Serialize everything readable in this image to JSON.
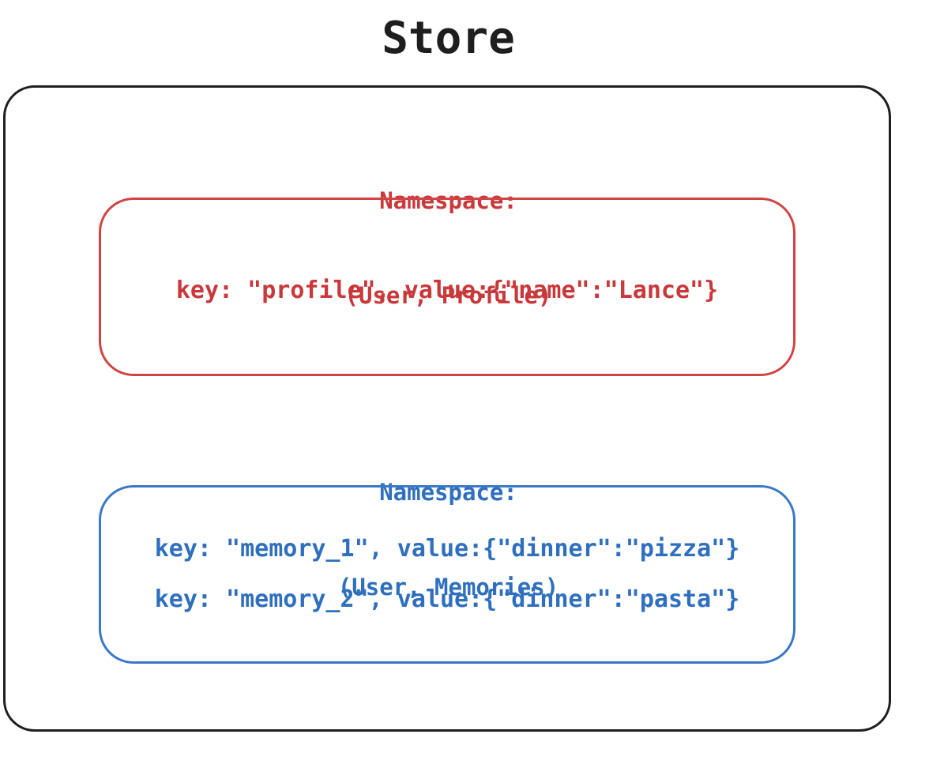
{
  "title": "Store",
  "colors": {
    "store_border": "#1e1e1e",
    "profile_accent": "#c9383a",
    "memories_accent": "#2f6fbe"
  },
  "namespaces": [
    {
      "label_line1": "Namespace:",
      "label_line2": "(User, Profile)",
      "entries": [
        "key: \"profile\", value:{\"name\":\"Lance\"}"
      ]
    },
    {
      "label_line1": "Namespace:",
      "label_line2": "(User, Memories)",
      "entries": [
        "key: \"memory_1\", value:{\"dinner\":\"pizza\"}",
        "key: \"memory_2\", value:{\"dinner\":\"pasta\"}"
      ]
    }
  ]
}
